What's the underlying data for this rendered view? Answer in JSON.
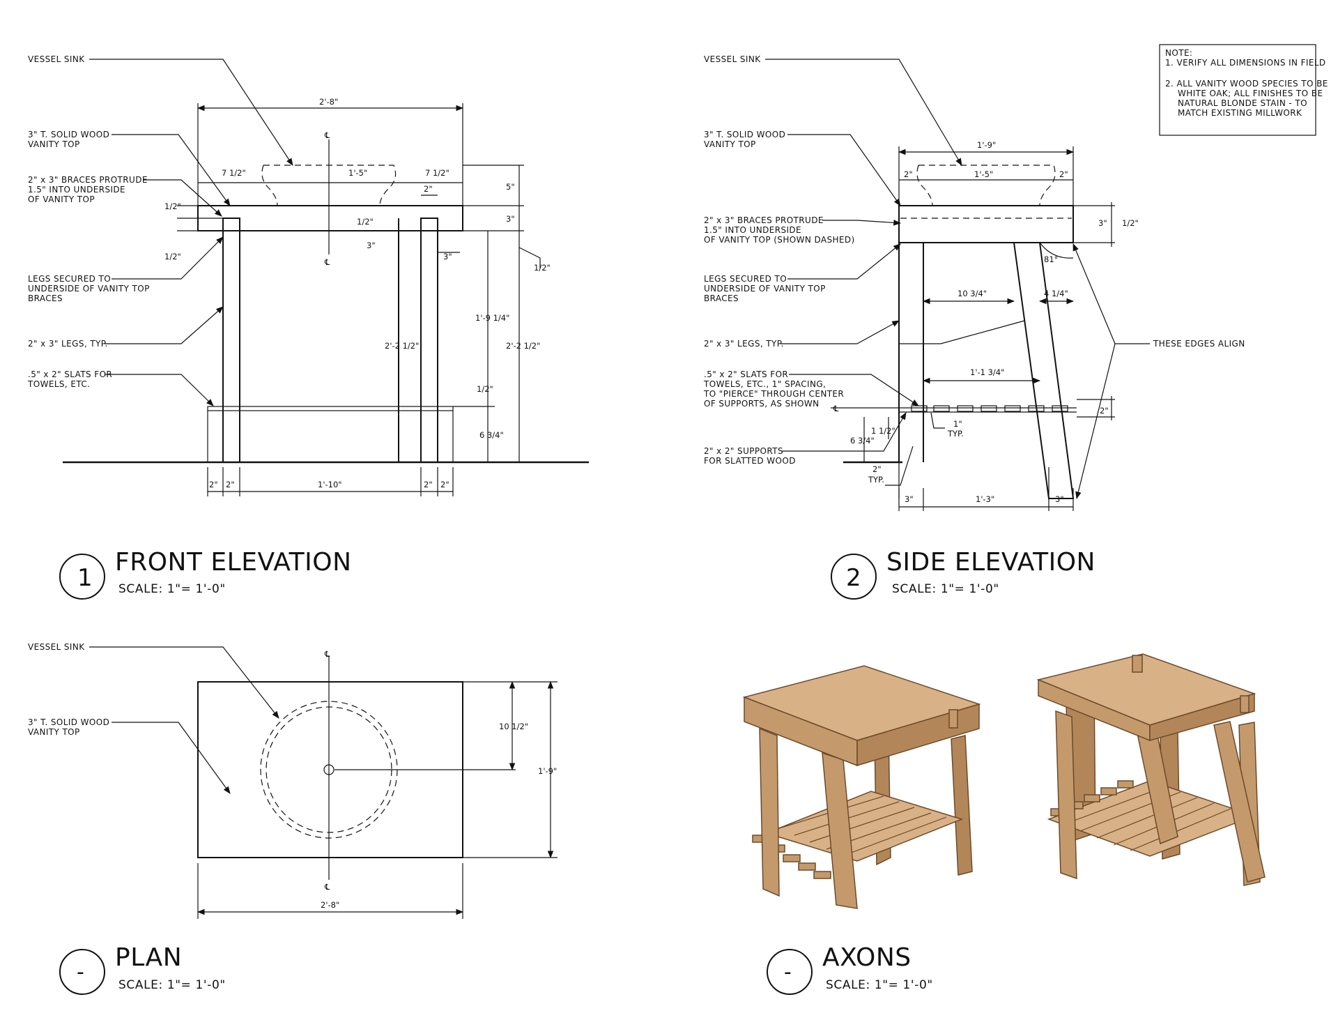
{
  "note": {
    "header": "NOTE:",
    "item1": "1. VERIFY ALL DIMENSIONS IN FIELD",
    "item2_line1": "2. ALL VANITY WOOD SPECIES TO BE",
    "item2_line2": "WHITE OAK; ALL FINISHES TO BE",
    "item2_line3": "NATURAL BLONDE STAIN - TO",
    "item2_line4": "MATCH EXISTING MILLWORK"
  },
  "front": {
    "title": "FRONT ELEVATION",
    "number": "1",
    "scale": "SCALE: 1\"= 1'-0\"",
    "labels": {
      "sink": "VESSEL SINK",
      "top1": "3\" T. SOLID WOOD",
      "top2": "VANITY TOP",
      "braces1": "2\" x 3\" BRACES PROTRUDE",
      "braces2": "1.5\" INTO UNDERSIDE",
      "braces3": "OF VANITY TOP",
      "legsec1": "LEGS SECURED TO",
      "legsec2": "UNDERSIDE OF VANITY TOP",
      "legsec3": "BRACES",
      "legs": "2\" x 3\" LEGS, TYP.",
      "slats1": ".5\" x 2\" SLATS FOR",
      "slats2": "TOWELS, ETC."
    },
    "dims": {
      "overall": "2'-8\"",
      "left_overhang": "7 1/2\"",
      "sink_width": "1'-5\"",
      "right_overhang": "7 1/2\"",
      "leg_w_top": "2\"",
      "top_h": "3\"",
      "sink_h": "5\"",
      "half_left_a": "1/2\"",
      "half_left_b": "1/2\"",
      "half_mid": "1/2\"",
      "brace_3": "3\"",
      "brace_3b": "3\"",
      "half_right": "1/2\"",
      "leg_h_a": "2'-2 1/2\"",
      "leg_h_b": "1'-9 1/4\"",
      "leg_h_c": "2'-2 1/2\"",
      "slat_h": "6 3/4\"",
      "slat_half": "1/2\"",
      "b_2a": "2\"",
      "b_2b": "2\"",
      "b_mid": "1'-10\"",
      "b_2c": "2\"",
      "b_2d": "2\"",
      "cl_top": "℄",
      "cl_bot": "℄"
    }
  },
  "side": {
    "title": "SIDE ELEVATION",
    "number": "2",
    "scale": "SCALE: 1\"= 1'-0\"",
    "labels": {
      "sink": "VESSEL SINK",
      "top1": "3\" T. SOLID WOOD",
      "top2": "VANITY TOP",
      "braces1": "2\" x 3\" BRACES PROTRUDE",
      "braces2": "1.5\" INTO UNDERSIDE",
      "braces3": "OF VANITY TOP (SHOWN DASHED)",
      "legsec1": "LEGS SECURED TO",
      "legsec2": "UNDERSIDE OF VANITY TOP",
      "legsec3": "BRACES",
      "legs": "2\" x 3\" LEGS, TYP.",
      "slats1": ".5\" x 2\" SLATS FOR",
      "slats2": "TOWELS, ETC., 1\" SPACING,",
      "slats3": "TO \"PIERCE\" THROUGH CENTER",
      "slats4": "OF SUPPORTS, AS SHOWN",
      "supports1": "2\" x 2\" SUPPORTS",
      "supports2": "FOR SLATTED WOOD",
      "align": "THESE EDGES ALIGN"
    },
    "dims": {
      "overall": "1'-9\"",
      "left2": "2\"",
      "sink_width": "1'-5\"",
      "right2": "2\"",
      "top_h": "3\"",
      "half": "1/2\"",
      "angle": "81°",
      "d_1034": "10 3/4\"",
      "d_414": "4 1/4\"",
      "d_1134": "1'-1 3/4\"",
      "d_2": "2\"",
      "d_634": "6 3/4\"",
      "d_112": "1 1/2\"",
      "d_1typ_a": "1\"",
      "d_1typ_b": "TYP.",
      "d_2typ_a": "2\"",
      "d_2typ_b": "TYP.",
      "b_3a": "3\"",
      "b_mid": "1'-3\"",
      "b_3b": "3\"",
      "cl": "℄"
    }
  },
  "plan": {
    "title": "PLAN",
    "number": "-",
    "scale": "SCALE: 1\"= 1'-0\"",
    "labels": {
      "sink": "VESSEL SINK",
      "top1": "3\" T. SOLID WOOD",
      "top2": "VANITY TOP"
    },
    "dims": {
      "radius": "10 1/2\"",
      "depth": "1'-9\"",
      "width": "2'-8\"",
      "cl_top": "℄",
      "cl_bot": "℄"
    }
  },
  "axons": {
    "title": "AXONS",
    "number": "-",
    "scale": "SCALE: 1\"= 1'-0\""
  },
  "colors": {
    "ink": "#111111",
    "wood_light": "#d8b186",
    "wood_mid": "#c49a6c",
    "wood_dark": "#b38659",
    "wood_edge": "#6b4a2a"
  }
}
